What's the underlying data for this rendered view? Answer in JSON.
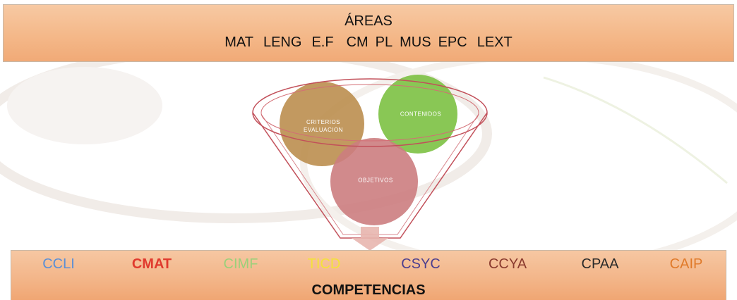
{
  "areas": {
    "title": "ÁREAS",
    "items": [
      "MAT",
      "LENG",
      "E.F",
      "CM",
      "PL",
      "MUS",
      "EPC",
      "LEXT"
    ]
  },
  "diagram": {
    "circles": [
      {
        "label_line1": "CRITERIOS",
        "label_line2": "EVALUACION",
        "color": "#b98b4a"
      },
      {
        "label": "CONTENIDOS",
        "color": "#7cc142"
      },
      {
        "label": "OBJETIVOS",
        "color": "#cc7d80"
      }
    ],
    "funnel_color": "#c2505a",
    "arrow_color": "#e8b6b0"
  },
  "competencias": {
    "title": "COMPETENCIAS",
    "items": [
      {
        "label": "CCLI",
        "color": "#5b8fd6"
      },
      {
        "label": "CMAT",
        "color": "#e03a2e"
      },
      {
        "label": "CIMF",
        "color": "#9bd07a"
      },
      {
        "label": "TICD",
        "color": "#f4e23a"
      },
      {
        "label": "CSYC",
        "color": "#4c3f8f"
      },
      {
        "label": "CCYA",
        "color": "#8a3a2e"
      },
      {
        "label": "CPAA",
        "color": "#2a2a2a"
      },
      {
        "label": "CAIP",
        "color": "#e07a2a"
      }
    ]
  }
}
